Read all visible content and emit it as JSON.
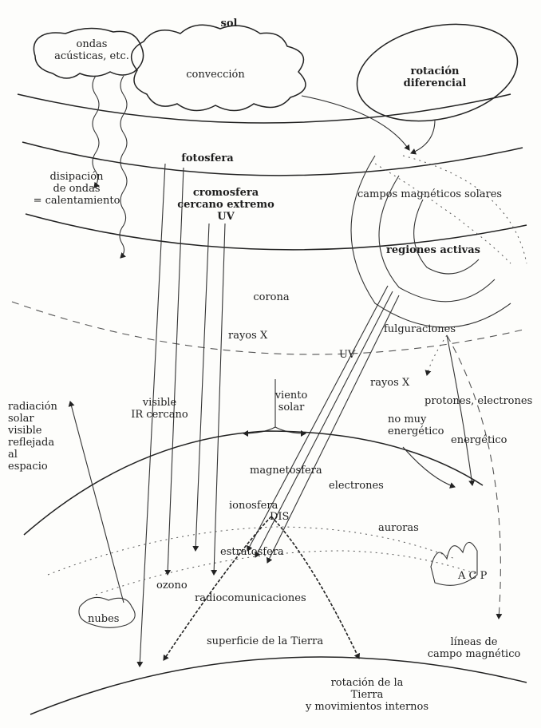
{
  "labels": {
    "sol": "sol",
    "ondas": "ondas\nacústicas, etc.",
    "conveccion": "convección",
    "rotacion_diferencial": "rotación\ndiferencial",
    "fotosfera": "fotosfera",
    "disipacion": "disipación\nde ondas\n= calentamiento",
    "campos_magneticos": "campos magnéticos solares",
    "cromosfera": "cromosfera\ncercano extremo\nUV",
    "regiones_activas": "regiones activas",
    "corona": "corona",
    "rayos_x_corona": "rayos X",
    "fulguraciones": "fulguraciones",
    "uv": "UV",
    "rayos_x_flare": "rayos X",
    "radiacion_solar": "radiación\nsolar\nvisible\nreflejada\nal\nespacio",
    "visible_ir": "visible\nIR cercano",
    "viento_solar": "viento\nsolar",
    "protones": "protones, electrones",
    "no_muy_energetico": "no muy\nenergético",
    "energetico": "energético",
    "magnetosfera": "magnetosfera",
    "electrones": "electrones",
    "ionosfera": "ionosfera",
    "dis": "DIS",
    "auroras": "auroras",
    "ozono": "ozono",
    "estratosfera": "estratosfera",
    "acp": "A C P",
    "radiocomunicaciones": "radiocomunicaciones",
    "nubes": "nubes",
    "superficie": "superficie de la Tierra",
    "lineas_campo": "líneas de\ncampo magnético",
    "rotacion_tierra": "rotación de la\nTierra\ny movimientos internos"
  }
}
